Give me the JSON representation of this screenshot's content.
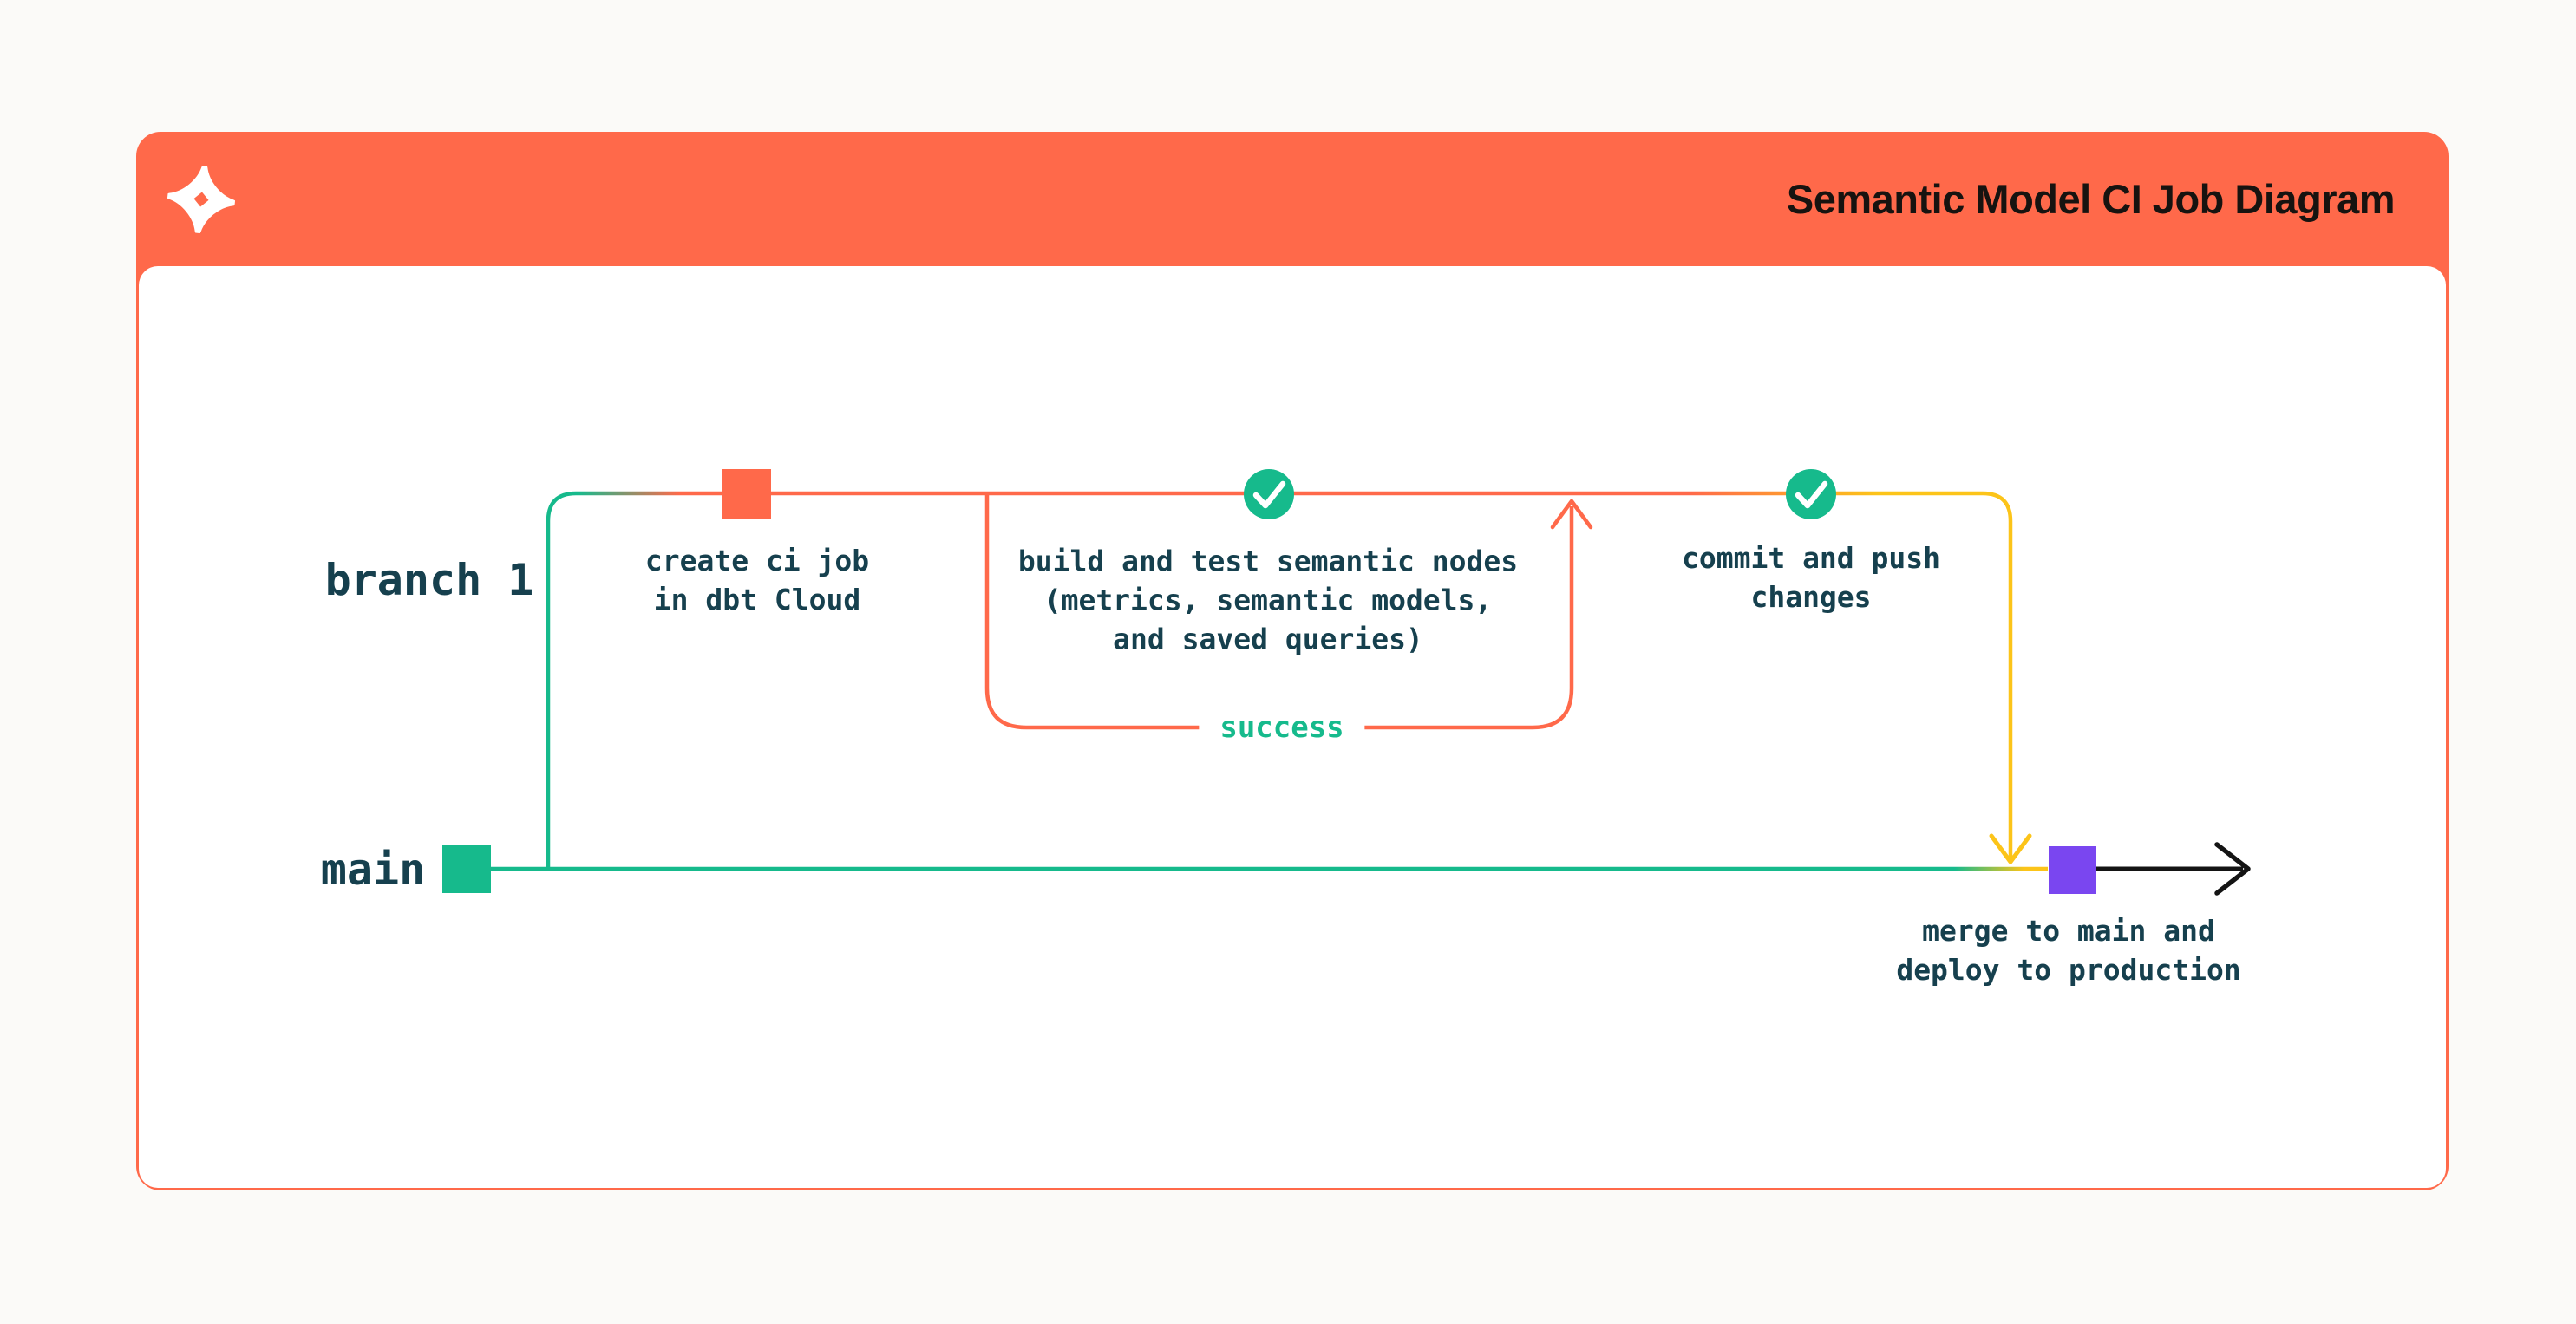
{
  "header": {
    "title": "Semantic Model CI Job Diagram",
    "background_color": "#FF694A",
    "title_color": "#171310",
    "logo": "dbt-logo"
  },
  "colors": {
    "orange": "#FF694A",
    "green": "#16BA8C",
    "yellow": "#FCC419",
    "purple": "#7A46F0",
    "text_slate": "#16404E",
    "arrow_black": "#141414",
    "card_background": "#FFFFFF",
    "page_background": "#FBFAF8"
  },
  "diagram": {
    "branches": [
      {
        "label": "branch 1"
      },
      {
        "label": "main"
      }
    ],
    "steps": [
      {
        "id": "create-ci-job",
        "node": "orange-square-commit",
        "label_lines": [
          "create ci job",
          "in dbt Cloud"
        ]
      },
      {
        "id": "build-and-test",
        "node": "check-circle",
        "label_lines": [
          "build and test semantic nodes",
          "(metrics, semantic models,",
          "and saved queries)"
        ],
        "loop_label": "success"
      },
      {
        "id": "commit-and-push",
        "node": "check-circle",
        "label_lines": [
          "commit and push",
          "changes"
        ]
      },
      {
        "id": "merge-and-deploy",
        "node": "purple-square-commit",
        "label_lines": [
          "merge to main and",
          "deploy to production"
        ]
      }
    ]
  }
}
